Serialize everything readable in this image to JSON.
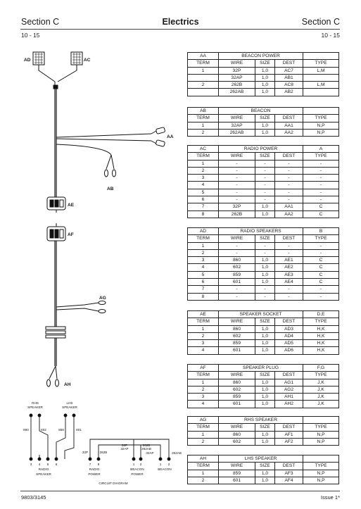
{
  "header": {
    "left": "Section C",
    "title": "Electrics",
    "right": "Section C"
  },
  "subheader": {
    "left": "10 - 15",
    "right": "10 - 15"
  },
  "footer": {
    "left": "9803/3145",
    "right": "Issue 1*"
  },
  "harness_labels": {
    "ad": "AD",
    "ac": "AC",
    "aa": "AA",
    "ab": "AB",
    "ae": "AE",
    "af": "AF",
    "ag": "AG",
    "ah": "AH"
  },
  "circuit": {
    "rhs_speaker": [
      "RHS",
      "SPEAKER"
    ],
    "lhs_speaker": [
      "LHS",
      "SPEAKER"
    ],
    "wires": [
      "860",
      "602",
      "859",
      "601"
    ],
    "terms": [
      "3",
      "4",
      "5",
      "6",
      "7",
      "8",
      "1",
      "2",
      "1",
      "2"
    ],
    "radio_speaker": [
      "RADIO",
      "SPEAKER"
    ],
    "radio_power": [
      "RADIO",
      "POWER"
    ],
    "beacon_power": [
      "BEACON",
      "POWER"
    ],
    "beacon": [
      "BEACON"
    ],
    "w_32p": "32P",
    "w_262b": "262B",
    "w_32p_32ap": [
      "32P",
      "32AP"
    ],
    "w_262b_262ab": [
      "262B",
      "262AB"
    ],
    "w_32ap": "32AP",
    "w_262ab": "262AB",
    "caption": "CIRCUIT DIAGRAM"
  },
  "tables": [
    {
      "id": "AA",
      "name": "BEACON POWER",
      "extra": "",
      "header": [
        "TERM",
        "WIRE",
        "SIZE",
        "DEST",
        "TYPE"
      ],
      "rows": [
        [
          "1",
          "32P",
          "1,0",
          "AC7",
          "L,M"
        ],
        [
          "",
          "32AP",
          "1,0",
          "AB1",
          ""
        ],
        [
          "2",
          "262B",
          "1,0",
          "AC8",
          "L,M"
        ],
        [
          "",
          "262AB",
          "1,0",
          "AB2",
          ""
        ]
      ]
    },
    {
      "id": "AB",
      "name": "BEACON",
      "extra": "",
      "header": [
        "TERM",
        "WIRE",
        "SIZE",
        "DEST",
        "TYPE"
      ],
      "rows": [
        [
          "1",
          "32AP",
          "1,0",
          "AA1",
          "N,P"
        ],
        [
          "2",
          "262AB",
          "1,0",
          "AA2",
          "N,P"
        ]
      ]
    },
    {
      "id": "AC",
      "name": "RADIO POWER",
      "extra": "A",
      "header": [
        "TERM",
        "WIRE",
        "SIZE",
        "DEST",
        "TYPE"
      ],
      "rows": [
        [
          "1",
          "-",
          "-",
          "-",
          "-"
        ],
        [
          "2",
          "-",
          "-",
          "-",
          "-"
        ],
        [
          "3",
          "-",
          "-",
          "-",
          "-"
        ],
        [
          "4",
          "-",
          "-",
          "-",
          "-"
        ],
        [
          "5",
          "-",
          "-",
          "-",
          "-"
        ],
        [
          "6",
          "-",
          "-",
          "-",
          "-"
        ],
        [
          "7",
          "32P",
          "1,0",
          "AA1",
          "C"
        ],
        [
          "8",
          "262B",
          "1,0",
          "AA2",
          "C"
        ]
      ]
    },
    {
      "id": "AD",
      "name": "RADIO SPEAKERS",
      "extra": "B",
      "header": [
        "TERM",
        "WIRE",
        "SIZE",
        "DEST",
        "TYPE"
      ],
      "rows": [
        [
          "1",
          "-",
          "-",
          "-",
          "-"
        ],
        [
          "2",
          "-",
          "-",
          "-",
          "-"
        ],
        [
          "3",
          "860",
          "1,0",
          "AE1",
          "C"
        ],
        [
          "4",
          "602",
          "1,0",
          "AE2",
          "C"
        ],
        [
          "5",
          "859",
          "1,0",
          "AE3",
          "C"
        ],
        [
          "6",
          "601",
          "1,0",
          "AE4",
          "C"
        ],
        [
          "7",
          "-",
          "-",
          "-",
          "-"
        ],
        [
          "8",
          "-",
          "-",
          "-",
          "-"
        ]
      ]
    },
    {
      "id": "AE",
      "name": "SPEAKER SOCKET",
      "extra": "D,E",
      "header": [
        "TERM",
        "WIRE",
        "SIZE",
        "DEST",
        "TYPE"
      ],
      "rows": [
        [
          "1",
          "860",
          "1,0",
          "AD3",
          "H,K"
        ],
        [
          "2",
          "602",
          "1,0",
          "AD4",
          "H,K"
        ],
        [
          "3",
          "859",
          "1,0",
          "AD5",
          "H,K"
        ],
        [
          "4",
          "601",
          "1,0",
          "AD6",
          "H,K"
        ]
      ]
    },
    {
      "id": "AF",
      "name": "SPEAKER PLUG",
      "extra": "F,G",
      "header": [
        "TERM",
        "WIRE",
        "SIZE",
        "DEST",
        "TYPE"
      ],
      "rows": [
        [
          "1",
          "860",
          "1,0",
          "AG1",
          "J,K"
        ],
        [
          "2",
          "602",
          "1,0",
          "AG2",
          "J,K"
        ],
        [
          "3",
          "859",
          "1,0",
          "AH1",
          "J,K"
        ],
        [
          "4",
          "601",
          "1,0",
          "AH2",
          "J,K"
        ]
      ]
    },
    {
      "id": "AG",
      "name": "RHS SPEAKER",
      "extra": "",
      "header": [
        "TERM",
        "WIRE",
        "SIZE",
        "DEST",
        "TYPE"
      ],
      "rows": [
        [
          "1",
          "860",
          "1,0",
          "AF1",
          "N,P"
        ],
        [
          "2",
          "602",
          "1,0",
          "AF2",
          "N,P"
        ]
      ]
    },
    {
      "id": "AH",
      "name": "LHS SPEAKER",
      "extra": "",
      "header": [
        "TERM",
        "WIRE",
        "SIZE",
        "DEST",
        "TYPE"
      ],
      "rows": [
        [
          "1",
          "859",
          "1,0",
          "AF3",
          "N,P"
        ],
        [
          "2",
          "601",
          "1,0",
          "AF4",
          "N,P"
        ]
      ]
    }
  ]
}
